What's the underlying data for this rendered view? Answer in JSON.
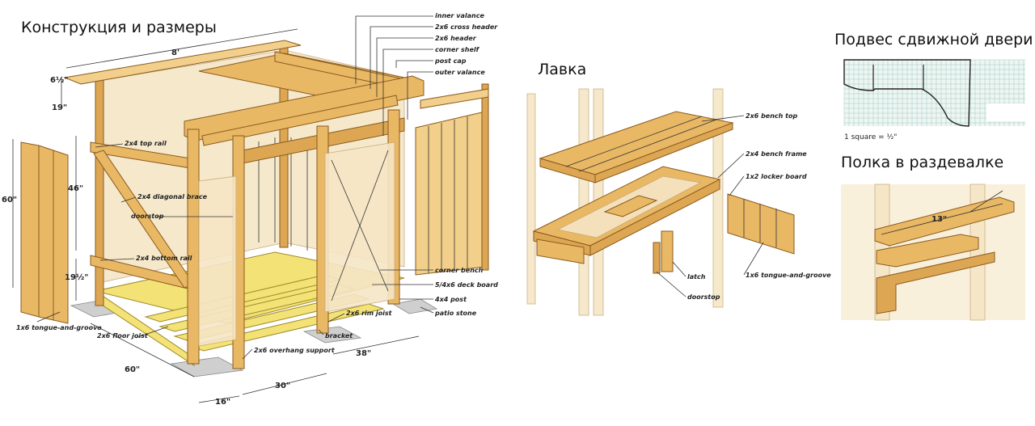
{
  "titles": {
    "main": "Конструкция и размеры",
    "bench": "Лавка",
    "door_hanger": "Подвес сдвижной двери",
    "shelf": "Полка в раздевалке"
  },
  "main_labels": {
    "inner_valance": "inner valance",
    "cross_header": "2x6 cross header",
    "header": "2x6 header",
    "corner_shelf": "corner shelf",
    "post_cap": "post cap",
    "outer_valance": "outer valance",
    "top_rail": "2x4 top rail",
    "diagonal_brace": "2x4 diagonal brace",
    "doorstop": "doorstop",
    "bottom_rail": "2x4 bottom rail",
    "corner_bench": "corner bench",
    "deck_board": "5/4x6 deck board",
    "post": "4x4 post",
    "patio_stone": "patio stone",
    "rim_joist": "2x6 rim joist",
    "bracket": "bracket",
    "overhang_support": "2x6 overhang support",
    "floor_joist": "2x6 floor joist",
    "tongue_groove": "1x6 tongue-and-groove"
  },
  "dimensions": {
    "width": "8'",
    "d1": "6½\"",
    "d2": "19\"",
    "d3": "46\"",
    "d4": "19½\"",
    "d5": "60\"",
    "d6": "60\"",
    "d7": "30\"",
    "d8": "38\"",
    "d9": "16\""
  },
  "bench_labels": {
    "bench_top": "2x6 bench top",
    "bench_frame": "2x4 bench frame",
    "locker_board": "1x2 locker board",
    "latch": "latch",
    "doorstop": "doorstop",
    "tongue_groove": "1x6 tongue-and-groove"
  },
  "hanger": {
    "scale": "1 square = ½\""
  },
  "shelf": {
    "dim": "13\""
  },
  "colors": {
    "wood": "#e9b865",
    "wood_dark": "#dca653",
    "wood_light": "#f2cf8a",
    "ghost": "#f6e6c6",
    "deck": "#f3e275",
    "grid": "#eef6f3"
  }
}
